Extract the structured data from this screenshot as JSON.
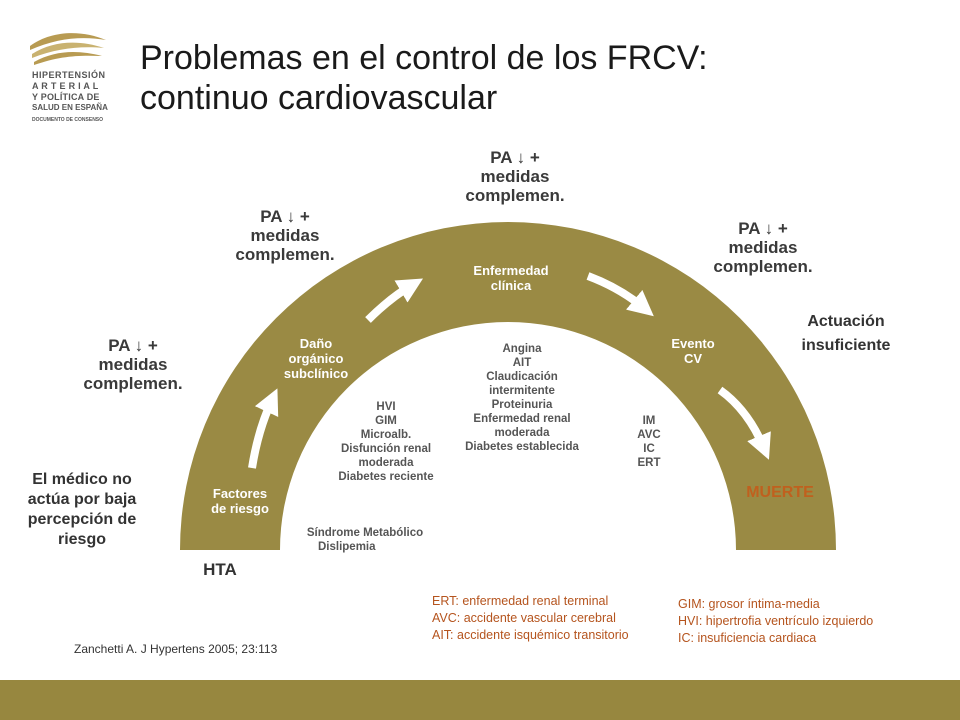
{
  "logo": {
    "lines": [
      "HIPERTENSIÓN",
      "A R T E R I A L",
      "Y POLÍTICA DE",
      "SALUD EN ESPAÑA",
      "DOCUMENTO DE CONSENSO"
    ]
  },
  "title": {
    "line1": "Problemas en el control de los FRCV:",
    "line2": "continuo cardiovascular"
  },
  "strategies": [
    {
      "line1": "PA ↓ +",
      "line2": "medidas",
      "line3": "complemen."
    },
    {
      "line1": "PA ↓ +",
      "line2": "medidas",
      "line3": "complemen."
    },
    {
      "line1": "PA ↓ +",
      "line2": "medidas",
      "line3": "complemen."
    },
    {
      "line1": "PA ↓ +",
      "line2": "medidas",
      "line3": "complemen."
    }
  ],
  "stages": {
    "factores": [
      "Factores",
      "de riesgo"
    ],
    "dano": [
      "Daño",
      "orgánico",
      "subclínico"
    ],
    "enfermedad": [
      "Enfermedad",
      "clínica"
    ],
    "evento": [
      "Evento",
      "CV"
    ]
  },
  "inner": {
    "sindrome": [
      "Síndrome Metabólico",
      "Dislipemia"
    ],
    "hvi": [
      "HVI",
      "GIM",
      "Microalb.",
      "Disfunción renal",
      "moderada",
      "Diabetes reciente"
    ],
    "angina": [
      "Angina",
      "AIT",
      "Claudicación",
      "intermitente",
      "Proteinuria",
      "Enfermedad renal",
      "moderada",
      "Diabetes establecida"
    ],
    "im": [
      "IM",
      "AVC",
      "IC",
      "ERT"
    ]
  },
  "left_note": [
    "El médico no",
    "actúa por baja",
    "percepción de",
    "riesgo"
  ],
  "right_note": [
    "Actuación",
    "insuficiente"
  ],
  "hta": "HTA",
  "muerte": "MUERTE",
  "glossary_left": [
    "ERT: enfermedad renal terminal",
    "AVC: accidente vascular cerebral",
    "AIT: accidente isquémico transitorio"
  ],
  "glossary_right": [
    "GIM: grosor íntima-media",
    "HVI: hipertrofia ventrículo izquierdo",
    "IC: insuficiencia cardiaca"
  ],
  "reference": "Zanchetti A. J Hypertens 2005; 23:113",
  "colors": {
    "band": "#9a8a44",
    "footer": "#97873f",
    "muerte": "#c0601e",
    "glossary": "#b5541e",
    "gold": "#b89b52"
  }
}
